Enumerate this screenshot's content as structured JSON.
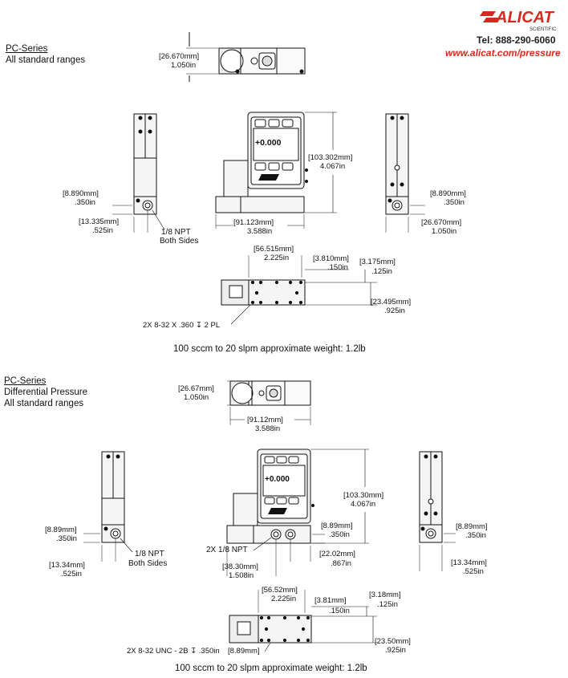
{
  "brand": {
    "logo_text": "ALICAT",
    "logo_sub": "SCIENTIFIC",
    "phone": "Tel: 888-290-6060",
    "url": "www.alicat.com/pressure"
  },
  "section1": {
    "title": "PC-Series",
    "subtitle": "All standard ranges",
    "display_value": "+0.000",
    "top_width_mm": "[26.670mm]",
    "top_width_in": "1.050in",
    "height_mm": "[103.302mm]",
    "height_in": "4.067in",
    "left_port_h_mm": "[8.890mm]",
    "left_port_h_in": ".350in",
    "left_port_x_mm": "[13.335mm]",
    "left_port_x_in": ".525in",
    "npt_label": "1/8 NPT",
    "npt_sub": "Both Sides",
    "front_width_mm": "[91.123mm]",
    "front_width_in": "3.588in",
    "right_port_h_mm": "[8.890mm]",
    "right_port_h_in": ".350in",
    "right_width_mm": "[26.670mm]",
    "right_width_in": "1.050in",
    "bottom_len_mm": "[56.515mm]",
    "bottom_len_in": "2.225in",
    "bottom_a_mm": "[3.810mm]",
    "bottom_a_in": ".150in",
    "bottom_b_mm": "[3.175mm]",
    "bottom_b_in": ".125in",
    "bottom_h_mm": "[23.495mm]",
    "bottom_h_in": ".925in",
    "screw_label": "2X 8-32 X .360 ↧ 2 PL",
    "weight_note": "100 sccm to 20 slpm approximate weight: 1.2lb"
  },
  "section2": {
    "title": "PC-Series",
    "subtitle1": "Differential Pressure",
    "subtitle2": "All standard ranges",
    "display_value": "+0.000",
    "top_width_mm": "[26.67mm]",
    "top_width_in": "1.050in",
    "top_len_mm": "[91.12mm]",
    "top_len_in": "3.588in",
    "height_mm": "[103.30mm]",
    "height_in": "4.067in",
    "left_port_h_mm": "[8.89mm]",
    "left_port_h_in": ".350in",
    "left_port_x_mm": "[13.34mm]",
    "left_port_x_in": ".525in",
    "npt_label": "1/8 NPT",
    "npt_sub": "Both Sides",
    "front_npt": "2X 1/8 NPT",
    "front_port_h_mm": "[8.89mm]",
    "front_port_h_in": ".350in",
    "front_x_mm": "[38.30mm]",
    "front_x_in": "1.508in",
    "front_gap_mm": "[22.02mm]",
    "front_gap_in": ".867in",
    "right_port_h_mm": "[8.89mm]",
    "right_port_h_in": ".350in",
    "right_width_mm": "[13.34mm]",
    "right_width_in": ".525in",
    "bottom_len_mm": "[56.52mm]",
    "bottom_len_in": "2.225in",
    "bottom_a_mm": "[3.81mm]",
    "bottom_a_in": ".150in",
    "bottom_b_mm": "[3.18mm]",
    "bottom_b_in": ".125in",
    "bottom_h_mm": "[23.50mm]",
    "bottom_h_in": ".925in",
    "screw_label": "2X 8-32 UNC - 2B ↧ .350in",
    "screw_mm": "[8.89mm]",
    "weight_note": "100 sccm to 20 slpm approximate weight: 1.2lb"
  }
}
